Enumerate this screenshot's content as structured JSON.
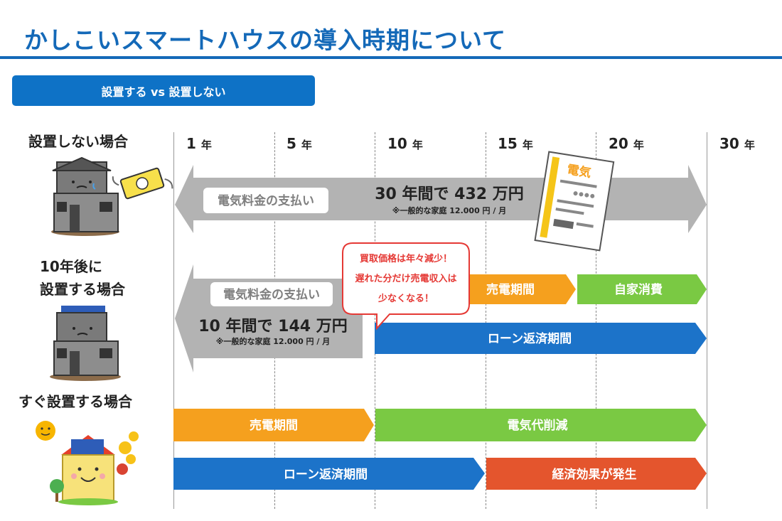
{
  "title": "かしこいスマートハウスの導入時期について",
  "section_tab": "設置する vs 設置しない",
  "row_labels": {
    "none": "設置しない場合",
    "later_line1": "10年後に",
    "later_line2": "設置する場合",
    "now": "すぐ設置する場合"
  },
  "years": [
    {
      "num": "1",
      "unit": "年"
    },
    {
      "num": "5",
      "unit": "年"
    },
    {
      "num": "10",
      "unit": "年"
    },
    {
      "num": "15",
      "unit": "年"
    },
    {
      "num": "20",
      "unit": "年"
    },
    {
      "num": "30",
      "unit": "年"
    }
  ],
  "row_none": {
    "pill": "電気料金の支払い",
    "total": "30 年間で 432 万円",
    "note": "※一般的な家庭 12.000 円 / 月",
    "bill_label": "電気"
  },
  "row_later": {
    "pill": "電気料金の支払い",
    "total": "10 年間で 144 万円",
    "note": "※一般的な家庭 12.000 円 / 月",
    "bubble": [
      "買取価格は年々減少！",
      "遅れた分だけ売電収入は",
      "少なくなる！"
    ],
    "sell": "売電期間",
    "self": "自家消費",
    "loan": "ローン返済期間"
  },
  "row_now": {
    "sell": "売電期間",
    "reduce": "電気代削減",
    "loan": "ローン返済期間",
    "effect": "経済効果が発生"
  },
  "colors": {
    "brand_blue": "#1469b8",
    "bar_blue": "#1c73c9",
    "orange": "#f5a01e",
    "green": "#7ac943",
    "red_orange": "#e4552d",
    "gray_arrow": "#b3b3b3",
    "bubble_red": "#e53935"
  },
  "icons": [
    "house-gray-sad-icon",
    "flying-money-icon",
    "house-solar-sad-icon",
    "house-solar-happy-icon",
    "sun-icon",
    "coins-icon",
    "tree-icon",
    "electric-bill-icon"
  ]
}
